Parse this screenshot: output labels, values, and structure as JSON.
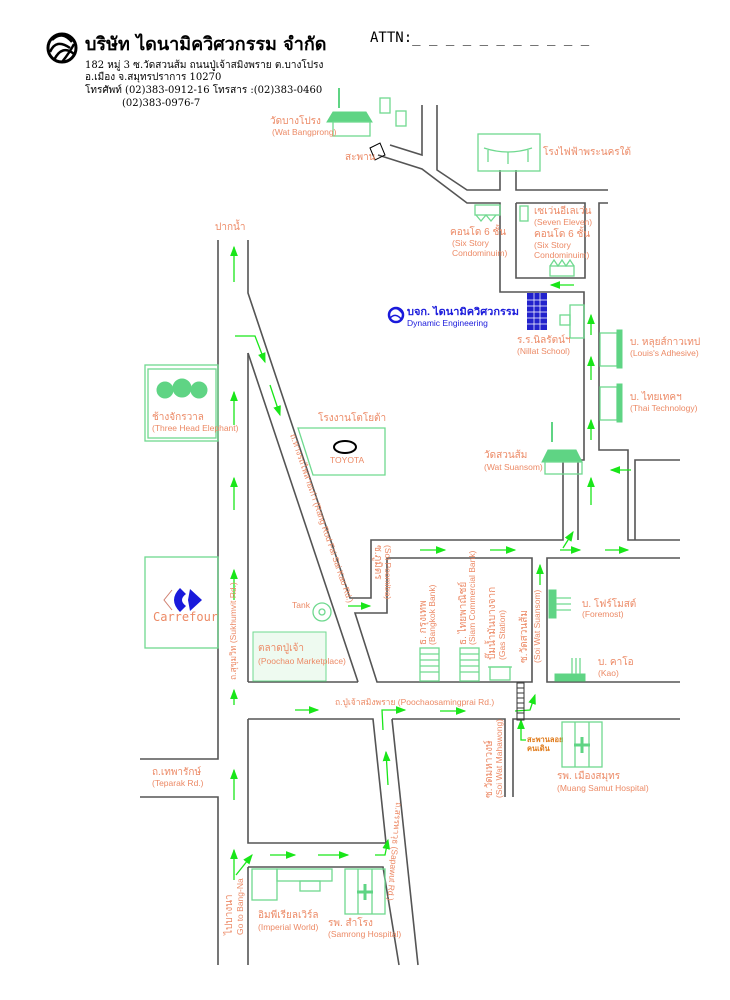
{
  "header": {
    "company_name": "บริษัท ไดนามิควิศวกรรม จำกัด",
    "address_lines": [
      "182 หมู่ 3 ซ.วัดสวนส้ม ถนนปู่เจ้าสมิงพราย ต.บางโปรง",
      "อ.เมือง จ.สมุทรปราการ 10270",
      "โทรศัพท์ (02)383-0912-16 โทรสาร :(02)383-0460",
      "(02)383-0976-7"
    ],
    "attn": "ATTN:_ _ _ _ _ _ _ _ _ _ _"
  },
  "colors": {
    "label": "#ec8a66",
    "building": "#6fd98f",
    "arrow": "#19e619",
    "road": "#555555",
    "brand": "#1a1adb"
  },
  "labels": {
    "wat_bangprong": {
      "th": "วัดบางโปรง",
      "en": "(Wat Bangprong)"
    },
    "bridge": "สะพาน",
    "power_plant": "โรงไฟฟ้าพระนครใต้",
    "condo_left": {
      "th": "คอนโด 6 ชั้น",
      "en1": "(Six Story",
      "en2": "Condominuim)"
    },
    "seven_eleven": {
      "th": "เซเว่นอีเลเว่น",
      "en": "(Seven Eleven)"
    },
    "condo_right": {
      "th": "คอนโด 6 ชั้น",
      "en1": "(Six Story",
      "en2": "Condominuim)"
    },
    "paknam": "ปากน้ำ",
    "dynamic": {
      "th": "บจก. ไดนามิควิศวกรรม",
      "en": "Dynamic Engineering"
    },
    "nillat_school": {
      "th": "ร.ร.นิลรัตน์ฯ",
      "en": "(Nillat School)"
    },
    "louis": {
      "th": "บ. หลุยส์กาวเทป",
      "en": "(Louis's Adhesive)"
    },
    "thai_tech": {
      "th": "บ. ไทยเทคฯ",
      "en": "(Thai Technology)"
    },
    "wat_suansom": {
      "th": "วัดสวนส้ม",
      "en": "(Wat Suansom)"
    },
    "elephant": {
      "th": "ช้างจักรวาล",
      "en": "(Three Head Elephant)"
    },
    "toyota": {
      "th": "โรงงานโตโยต้า",
      "logo": "TOYOTA"
    },
    "carrefour": "Carrefour",
    "tank": "Tank",
    "poochao_market": {
      "th": "ตลาดปู่เจ้า",
      "en": "(Poochao Marketplace)"
    },
    "sukhumvit": "ถ.สุขุมวิท (Sukhumvit Rd.)",
    "rang_rod_fai": "ถ.ทางรถไฟสายเก่า (Rang Rod Fai Sai Kao Rd.)",
    "soi_poomitra": {
      "th": "ซ.ภูมิตร",
      "en": "(Soi Poomitra)"
    },
    "bangkok_bank": {
      "th": "ธ. กรุงเทพ",
      "en": "(Bangkok Bank)"
    },
    "scb": {
      "th": "ธ. ไทยพาณิชย์",
      "en": "(Siam Commercial Bank)"
    },
    "gas_station": {
      "th": "ปั๊มน้ำมันบางจาก",
      "en": "(Gas Station)"
    },
    "soi_wat_suansom": {
      "th": "ซ.วัดสวนส้ม",
      "en": "(Soi Wat Suansom)"
    },
    "foremost": {
      "th": "บ. โฟร์โมสต์",
      "en": "(Foremost)"
    },
    "kao": {
      "th": "บ. คาโอ",
      "en": "(Kao)"
    },
    "poochao_road": "ถ.ปู่เจ้าสมิงพราย (Poochaosamingprai Rd.)",
    "teparak": {
      "th": "ถ.เทพารักษ์",
      "en": "(Teparak Rd.)"
    },
    "footbridge": {
      "l1": "สะพานลอย",
      "l2": "คนเดิน"
    },
    "soi_mahawong": {
      "th": "ซ.วัดมหาวงษ์",
      "en": "(Soi Wat Mahawong)"
    },
    "muang_samut": {
      "th": "รพ. เมืองสมุทร",
      "en": "(Muang Samut Hospital)"
    },
    "sapawut": "ถ.สรรพาวุธ (Sapawut Rd.)",
    "bangna": {
      "th": "ไปบางนา",
      "en": "Go to Bang-Na"
    },
    "imperial": {
      "th": "อิมพีเรียลเวิร์ล",
      "en": "(Imperial World)"
    },
    "samrong": {
      "th": "รพ. สำโรง",
      "en": "(Samrong Hospital)"
    }
  }
}
